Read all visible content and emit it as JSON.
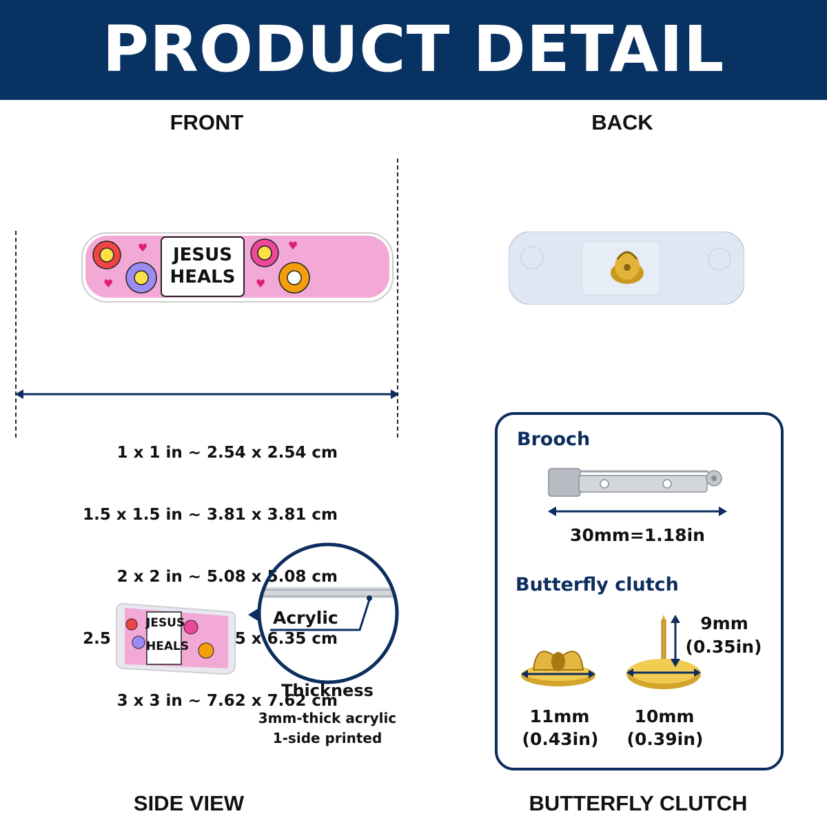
{
  "header": {
    "title": "PRODUCT DETAIL"
  },
  "sections": {
    "front": "FRONT",
    "back": "BACK",
    "side_view": "SIDE VIEW",
    "butterfly_clutch": "BUTTERFLY CLUTCH"
  },
  "patch": {
    "line1": "JESUS",
    "line2": "HEALS"
  },
  "sizes": [
    "1 x 1 in ~ 2.54 x 2.54 cm",
    "1.5 x 1.5 in ~ 3.81 x 3.81 cm",
    "2 x 2 in ~ 5.08 x 5.08 cm",
    "2.5 x 2.5 in ~ 6.35 x 6.35 cm",
    "3 x 3 in ~ 7.62 x 7.62 cm"
  ],
  "side": {
    "acrylic_label": "Acrylic",
    "thickness_label": "Thickness",
    "desc_line1": "3mm-thick acrylic",
    "desc_line2": "1-side printed"
  },
  "accessories": {
    "brooch_title": "Brooch",
    "brooch_length": "30mm=1.18in",
    "clutch_title": "Butterfly clutch",
    "pin_height_mm": "9mm",
    "pin_height_in": "(0.35in)",
    "clutch_width_mm": "11mm",
    "clutch_width_in": "(0.43in)",
    "pin_base_mm": "10mm",
    "pin_base_in": "(0.39in)"
  },
  "colors": {
    "header_bg": "#073262",
    "navy": "#0d2d5e",
    "patch_pink": "#f2a9d6"
  }
}
